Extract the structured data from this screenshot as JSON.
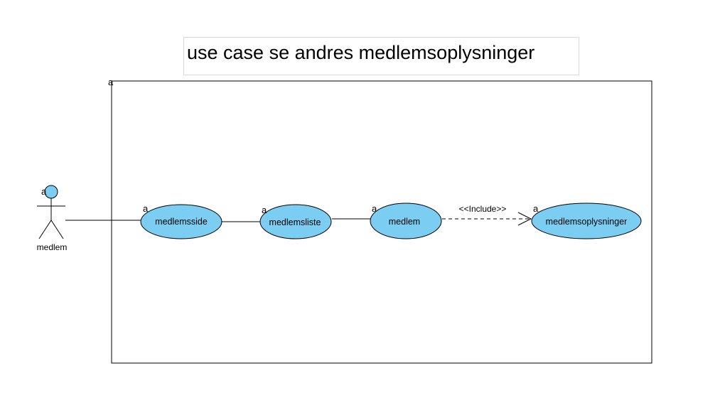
{
  "diagram": {
    "title": "use case se andres medlemsoplysninger",
    "system_boundary_marker": "a",
    "actor": {
      "label": "medlem",
      "marker": "a"
    },
    "use_cases": [
      {
        "id": "uc1",
        "label": "medlemsside",
        "marker": "a"
      },
      {
        "id": "uc2",
        "label": "medlemsliste",
        "marker": "a"
      },
      {
        "id": "uc3",
        "label": "medlem",
        "marker": "a"
      },
      {
        "id": "uc4",
        "label": "medlemsoplysninger",
        "marker": "a"
      }
    ],
    "relationships": [
      {
        "from": "actor",
        "to": "uc1",
        "type": "association"
      },
      {
        "from": "uc1",
        "to": "uc2",
        "type": "association"
      },
      {
        "from": "uc2",
        "to": "uc3",
        "type": "association"
      },
      {
        "from": "uc3",
        "to": "uc4",
        "type": "include",
        "label": "<<Include>>"
      }
    ],
    "colors": {
      "use_case_fill": "#7bcdf2",
      "use_case_stroke": "#000000",
      "actor_head_fill": "#7bcdf2",
      "line": "#000000"
    }
  }
}
